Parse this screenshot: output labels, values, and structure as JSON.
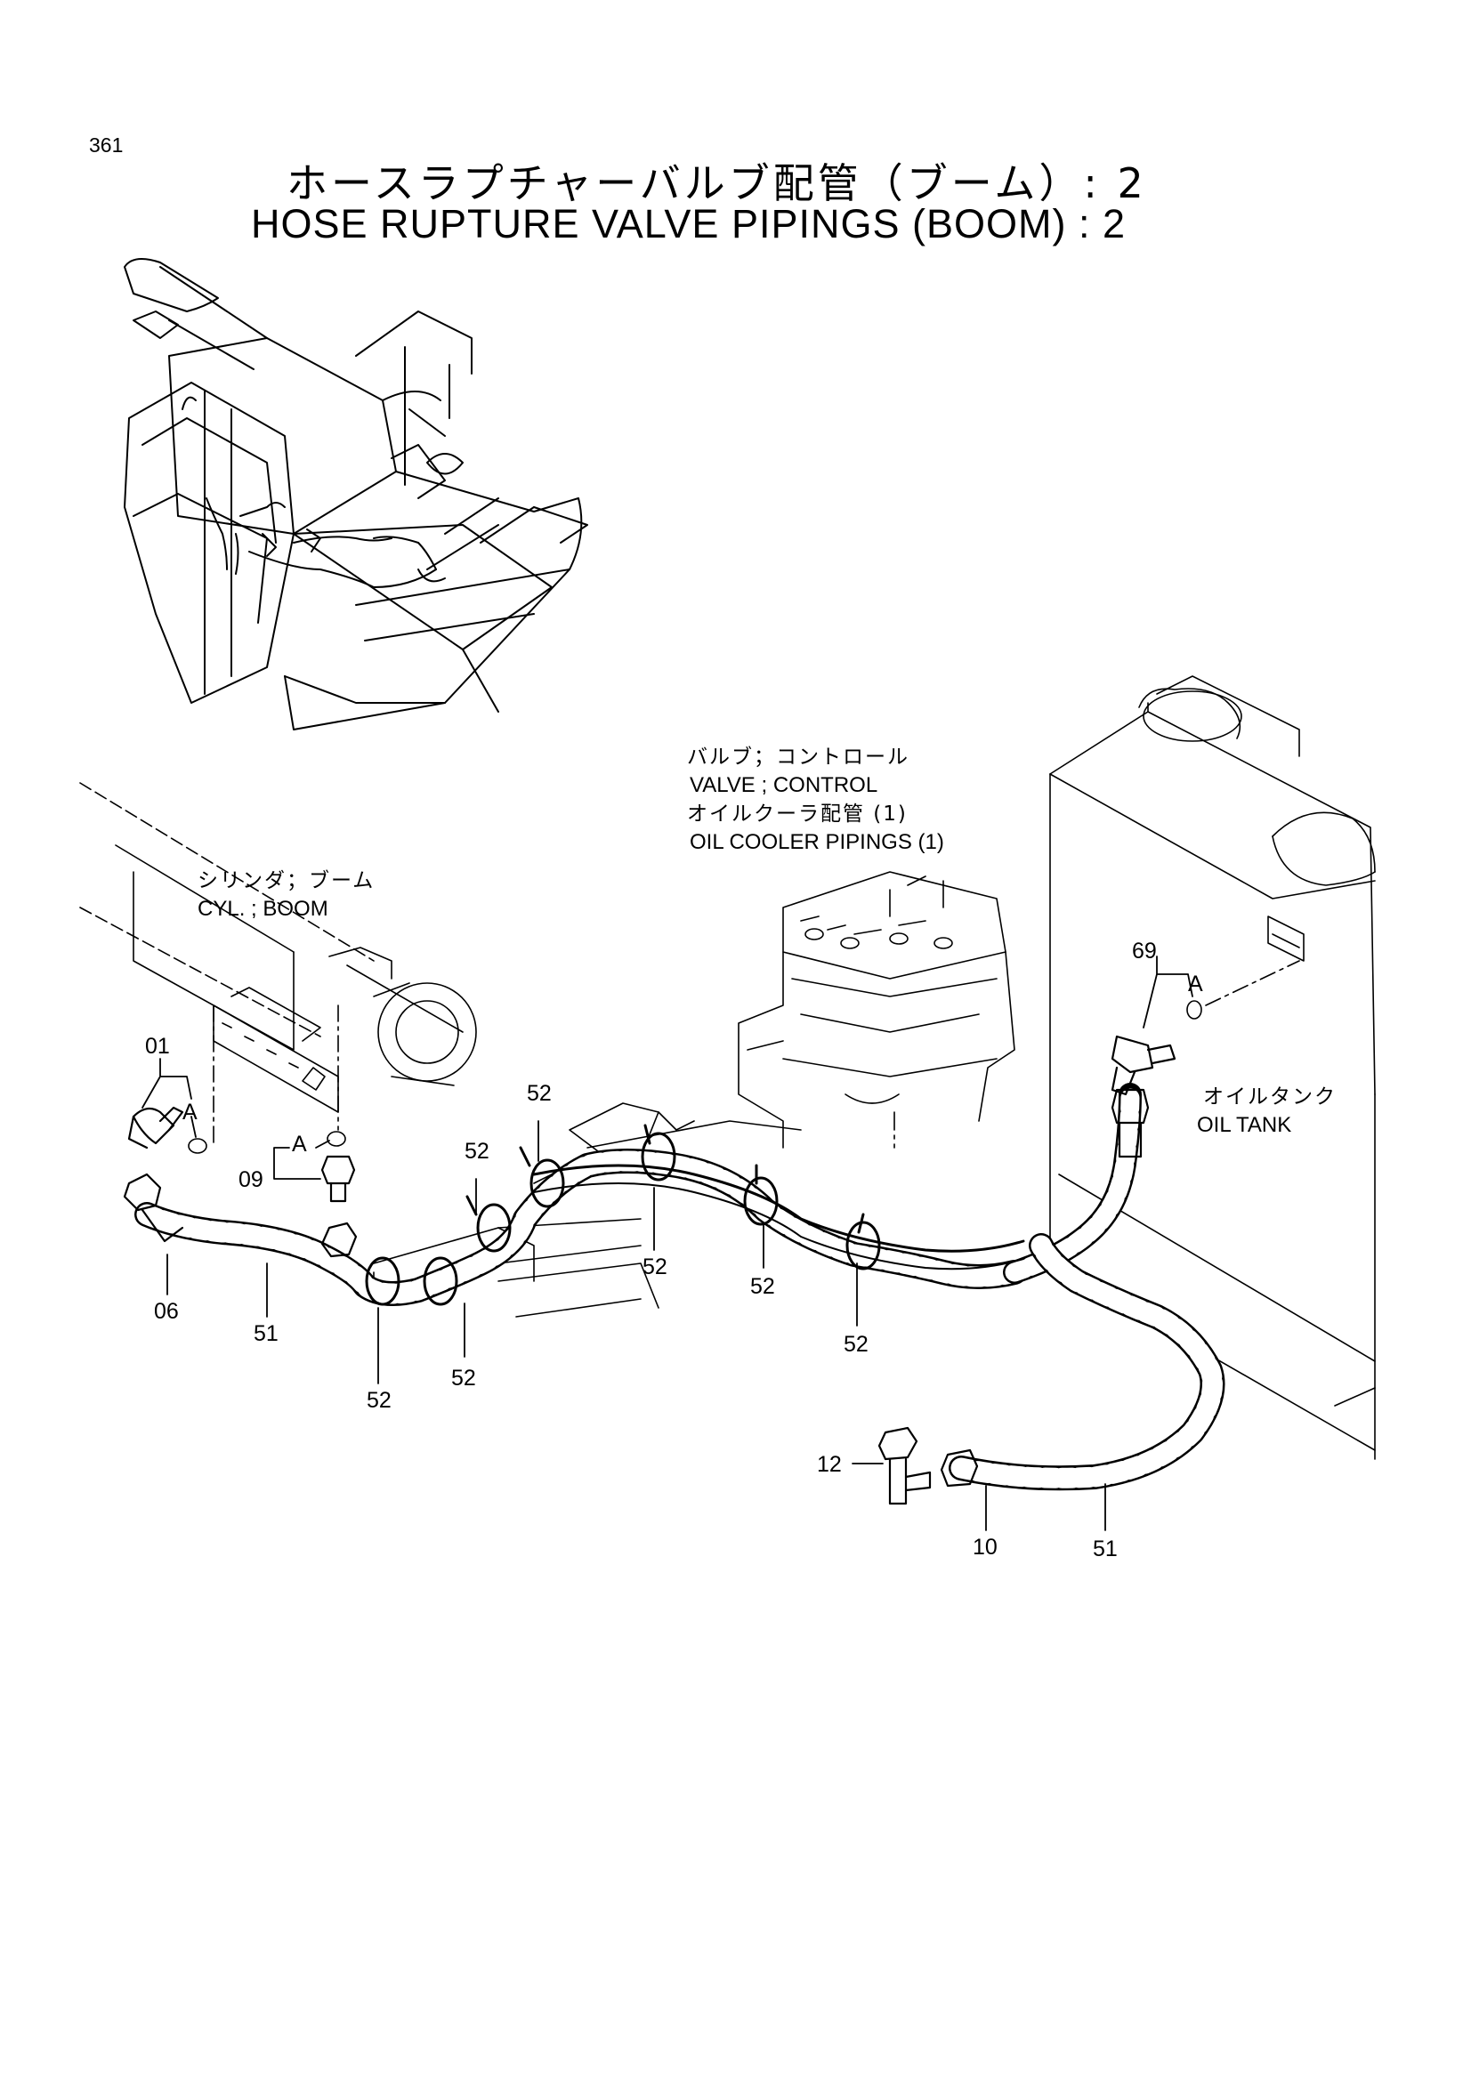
{
  "page_number": "361",
  "title": {
    "jp": "ホースラプチャーバルブ配管（ブーム）: 2",
    "en": "HOSE  RUPTURE  VALVE  PIPINGS  (BOOM) : 2"
  },
  "callouts": {
    "valve_jp": "バルブ；コントロール",
    "valve_en": "VALVE ; CONTROL",
    "cooler_jp": "オイルクーラ配管 (1)",
    "cooler_en": "OIL  COOLER  PIPINGS (1)",
    "cyl_jp": "シリンダ；ブーム",
    "cyl_en": "CYL. ; BOOM",
    "tank_jp": "オイルタンク",
    "tank_en": "OIL TANK"
  },
  "parts": [
    {
      "id": "p01",
      "label": "01"
    },
    {
      "id": "p06",
      "label": "06"
    },
    {
      "id": "p09",
      "label": "09"
    },
    {
      "id": "p10",
      "label": "10"
    },
    {
      "id": "p12",
      "label": "12"
    },
    {
      "id": "p51a",
      "label": "51"
    },
    {
      "id": "p51b",
      "label": "51"
    },
    {
      "id": "p52a",
      "label": "52"
    },
    {
      "id": "p52b",
      "label": "52"
    },
    {
      "id": "p52c",
      "label": "52"
    },
    {
      "id": "p52d",
      "label": "52"
    },
    {
      "id": "p52e",
      "label": "52"
    },
    {
      "id": "p52f",
      "label": "52"
    },
    {
      "id": "p52g",
      "label": "52"
    },
    {
      "id": "p69",
      "label": "69"
    }
  ],
  "ref_marks": [
    "A",
    "A",
    "A"
  ]
}
